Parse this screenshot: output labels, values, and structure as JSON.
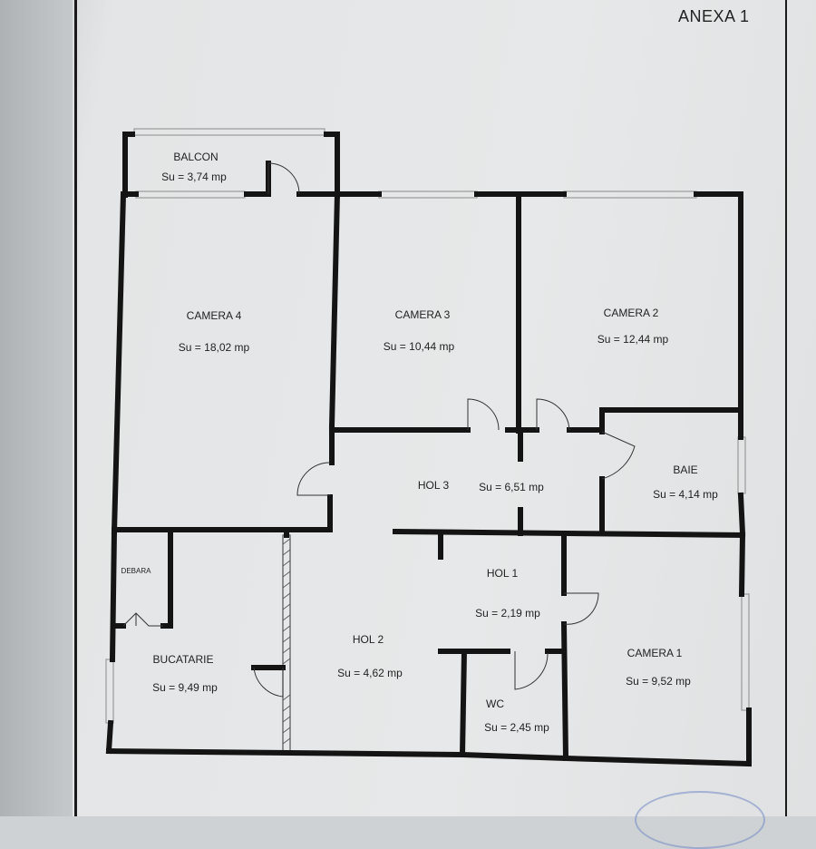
{
  "header": {
    "title": "ANEXA 1"
  },
  "rooms": [
    {
      "id": "balcon",
      "name": "BALCON",
      "area": "Su = 3,74 mp"
    },
    {
      "id": "camera4",
      "name": "CAMERA 4",
      "area": "Su = 18,02 mp"
    },
    {
      "id": "camera3",
      "name": "CAMERA 3",
      "area": "Su = 10,44 mp"
    },
    {
      "id": "camera2",
      "name": "CAMERA 2",
      "area": "Su = 12,44 mp"
    },
    {
      "id": "hol3",
      "name": "HOL 3",
      "area": "Su = 6,51 mp"
    },
    {
      "id": "baie",
      "name": "BAIE",
      "area": "Su = 4,14 mp"
    },
    {
      "id": "debara",
      "name": "DEBARA",
      "area": ""
    },
    {
      "id": "hol1",
      "name": "HOL 1",
      "area": "Su = 2,19 mp"
    },
    {
      "id": "bucatarie",
      "name": "BUCATARIE",
      "area": "Su = 9,49 mp"
    },
    {
      "id": "hol2",
      "name": "HOL 2",
      "area": "Su = 4,62 mp"
    },
    {
      "id": "camera1",
      "name": "CAMERA 1",
      "area": "Su = 9,52 mp"
    },
    {
      "id": "wc",
      "name": "WC",
      "area": "Su = 2,45 mp"
    }
  ],
  "colors": {
    "wall": "#141414",
    "window": "#9a9a9a",
    "paper": "#e6e7e8"
  }
}
